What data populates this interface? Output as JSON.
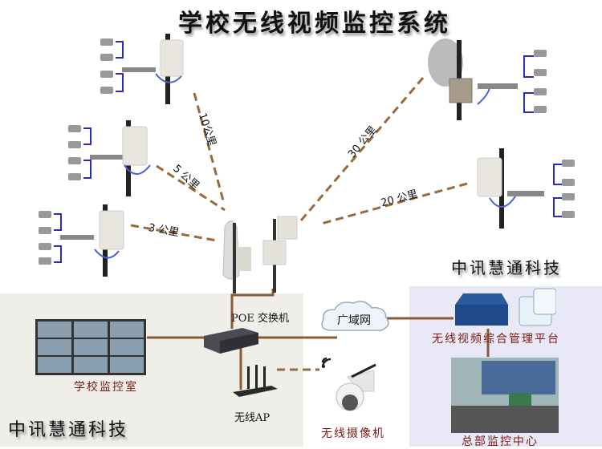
{
  "title": "学校无线视频监控系统",
  "brand_top_right": "中讯慧通科技",
  "brand_bottom_left": "中讯慧通科技",
  "links": [
    {
      "distance": "10公里",
      "site": "remote-site-top-left"
    },
    {
      "distance": "5 公里",
      "site": "remote-site-mid-left"
    },
    {
      "distance": "3 公里",
      "site": "remote-site-bottom-left"
    },
    {
      "distance": "30 公里",
      "site": "remote-site-top-right"
    },
    {
      "distance": "20 公里",
      "site": "remote-site-mid-right"
    }
  ],
  "nodes": {
    "poe_switch": "POE 交换机",
    "wan": "广域网",
    "platform": "无线视频综合管理平台",
    "school_room": "学校监控室",
    "wireless_ap": "无线AP",
    "wireless_camera": "无线摄像机",
    "hq_center": "总部监控中心"
  },
  "colors": {
    "link_dashed": "#9a6a3a",
    "wired": "#8a5a30",
    "camera_bracket": "#2a2ac0",
    "label_red": "#7a1a12",
    "panel_left": "#efeee9",
    "panel_right": "#e9e8f6"
  }
}
